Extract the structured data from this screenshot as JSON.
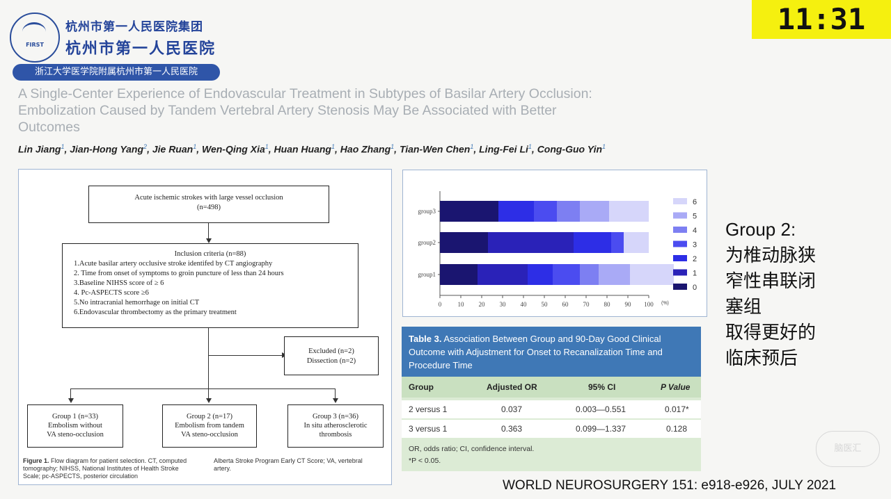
{
  "header": {
    "hospital_group": "杭州市第一人民医院集团",
    "hospital_name": "杭州市第一人民医院",
    "logo_text": "FIRST",
    "affiliation_banner": "浙江大学医学院附属杭州市第一人民医院"
  },
  "timer": "11:31",
  "paper": {
    "title": "A Single-Center Experience of Endovascular Treatment in Subtypes of Basilar Artery Occlusion: Embolization Caused by Tandem Vertebral Artery Stenosis May Be Associated with Better Outcomes",
    "authors": [
      {
        "name": "Lin Jiang",
        "sup": "1"
      },
      {
        "name": "Jian-Hong Yang",
        "sup": "2"
      },
      {
        "name": "Jie Ruan",
        "sup": "1"
      },
      {
        "name": "Wen-Qing Xia",
        "sup": "1"
      },
      {
        "name": "Huan Huang",
        "sup": "1"
      },
      {
        "name": "Hao Zhang",
        "sup": "1"
      },
      {
        "name": "Tian-Wen Chen",
        "sup": "1"
      },
      {
        "name": "Ling-Fei Li",
        "sup": "1"
      },
      {
        "name": "Cong-Guo Yin",
        "sup": "1"
      }
    ]
  },
  "flow": {
    "top_box": [
      "Acute ischemic strokes with large vessel occlusion",
      "(n=498)"
    ],
    "inclusion_title": "Inclusion criteria (n=88)",
    "inclusion_items": [
      "1.Acute basilar artery occlusive stroke identifed by CT angiography",
      "2. Time from onset of symptoms to groin puncture of less than 24 hours",
      "3.Baseline NIHSS score of ≥ 6",
      "4. Pc-ASPECTS score ≥6",
      "5.No intracranial hemorrhage on initial CT",
      "6.Endovascular thrombectomy as the primary treatment"
    ],
    "excluded": [
      "Excluded (n=2)",
      "Dissection (n=2)"
    ],
    "groups": [
      [
        "Group 1 (n=33)",
        "Embolism without",
        "VA steno-occlusion"
      ],
      [
        "Group 2 (n=17)",
        "Embolism from tandem",
        "VA steno-occlusion"
      ],
      [
        "Group 3 (n=36)",
        "In situ atherosclerotic",
        "thrombosis"
      ]
    ],
    "caption_label": "Figure 1.",
    "caption_left": "Flow diagram for patient selection. CT, computed tomography; NIHSS, National Institutes of Health Stroke Scale; pc-ASPECTS, posterior circulation",
    "caption_right": "Alberta Stroke Program Early CT Score; VA, vertebral artery."
  },
  "chart_data": {
    "type": "bar",
    "orientation": "horizontal",
    "stacked": true,
    "categories": [
      "group3",
      "group2",
      "group1"
    ],
    "series": [
      {
        "name": "0",
        "color": "#1a1570",
        "values": [
          28,
          23,
          18
        ]
      },
      {
        "name": "1",
        "color": "#2a22b8",
        "values": [
          0,
          41,
          24
        ]
      },
      {
        "name": "2",
        "color": "#2d2ee6",
        "values": [
          17,
          18,
          12
        ]
      },
      {
        "name": "3",
        "color": "#4b4cf0",
        "values": [
          11,
          6,
          13
        ]
      },
      {
        "name": "4",
        "color": "#7d7ff2",
        "values": [
          11,
          0,
          9
        ]
      },
      {
        "name": "5",
        "color": "#a9aaf6",
        "values": [
          14,
          0,
          15
        ]
      },
      {
        "name": "6",
        "color": "#d6d6fa",
        "values": [
          19,
          12,
          21
        ]
      }
    ],
    "x_ticks": [
      "0",
      "10",
      "20",
      "30",
      "40",
      "50",
      "60",
      "70",
      "80",
      "90",
      "100"
    ],
    "x_unit": "(%)",
    "xlim": [
      0,
      100
    ],
    "legend_position": "right",
    "grid": false
  },
  "table3": {
    "label": "Table 3.",
    "title": "Association Between Group and 90-Day Good Clinical Outcome with Adjustment for Onset to Recanalization Time and Procedure Time",
    "columns": [
      "Group",
      "Adjusted OR",
      "95% CI",
      "P Value"
    ],
    "rows": [
      [
        "2 versus 1",
        "0.037",
        "0.003—0.551",
        "0.017*"
      ],
      [
        "3 versus 1",
        "0.363",
        "0.099—1.337",
        "0.128"
      ]
    ],
    "footnote1": "OR, odds ratio; CI, confidence interval.",
    "footnote2": "*P < 0.05."
  },
  "side_note": {
    "line1": "Group 2:",
    "line2": "为椎动脉狭",
    "line3": "窄性串联闭",
    "line4": "塞组",
    "line5": "取得更好的",
    "line6": "临床预后"
  },
  "citation": "WORLD NEUROSURGERY 151: e918-e926, JULY 2021",
  "watermark": "脑医汇"
}
